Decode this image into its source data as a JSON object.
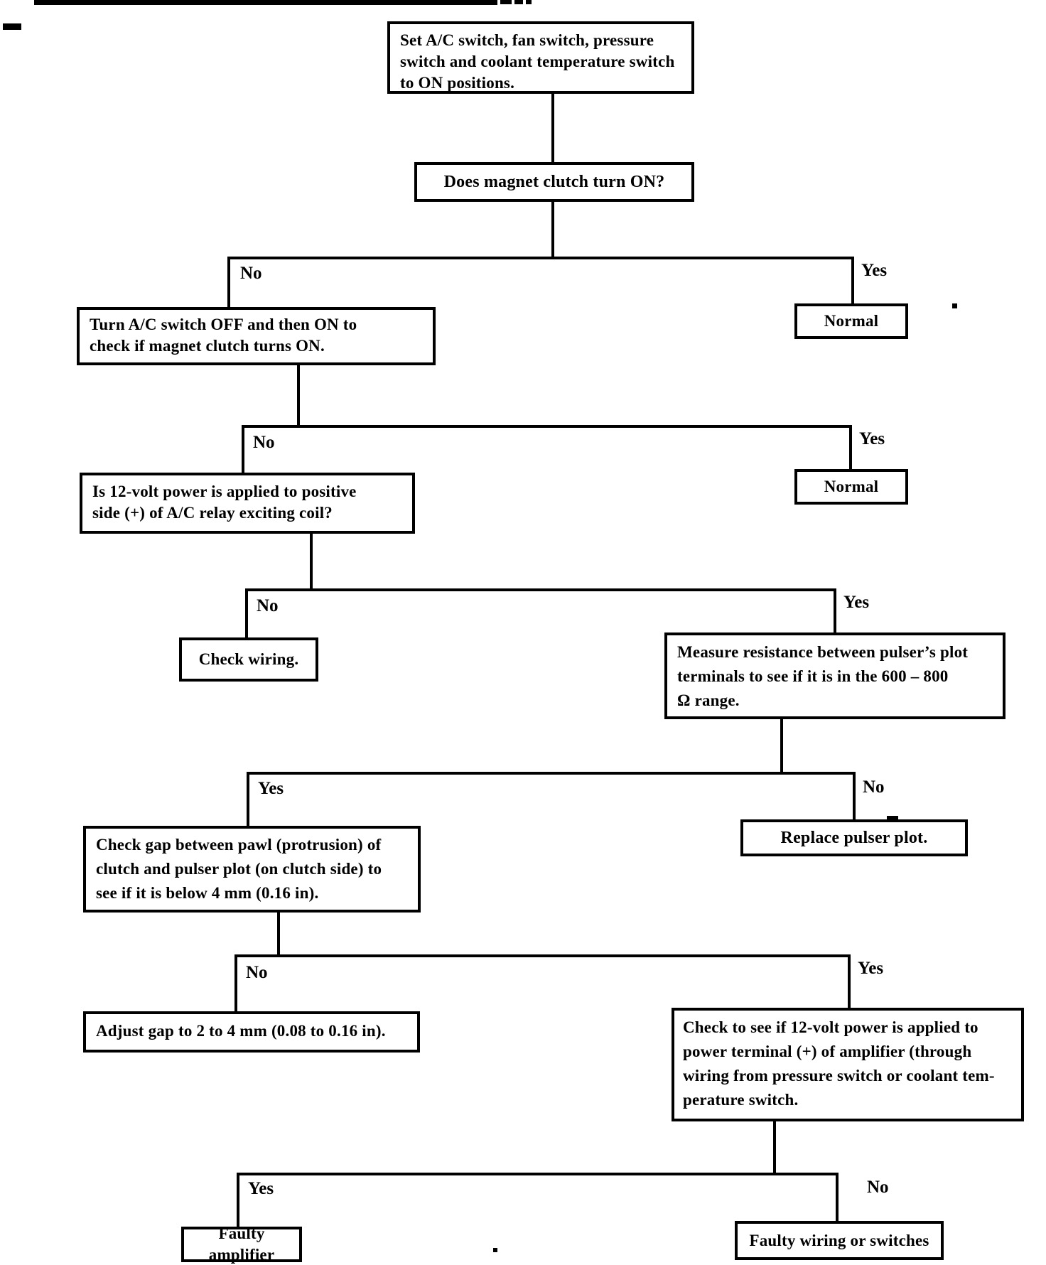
{
  "flowchart": {
    "nodes": {
      "start": {
        "text": "Set A/C switch, fan switch, pressure\nswitch and coolant temperature switch\nto ON positions."
      },
      "q_clutch": {
        "text": "Does magnet clutch turn ON?"
      },
      "cycle_switch": {
        "text": "Turn A/C switch OFF and then ON to\ncheck if magnet clutch turns ON."
      },
      "normal1": {
        "text": "Normal"
      },
      "q_relay_power": {
        "text": "Is 12-volt power is applied to positive\nside (+) of A/C relay exciting coil?"
      },
      "normal2": {
        "text": "Normal"
      },
      "check_wiring": {
        "text": "Check wiring."
      },
      "measure_resistance": {
        "text": "Measure resistance between pulser’s plot\nterminals to see if it is in the 600 – 800\nΩ range."
      },
      "check_gap": {
        "text": "Check gap between pawl (protrusion) of\nclutch and pulser plot (on clutch side) to\nsee if it is below 4 mm (0.16 in)."
      },
      "replace_pulser": {
        "text": "Replace pulser plot."
      },
      "adjust_gap": {
        "text": "Adjust gap to 2 to 4 mm (0.08 to 0.16 in)."
      },
      "q_amp_power": {
        "text": "Check to see if 12-volt power is applied to\npower terminal (+) of amplifier (through\nwiring from pressure switch or coolant tem-\nperature switch."
      },
      "faulty_amp": {
        "text": "Faulty amplifier"
      },
      "faulty_wiring": {
        "text": "Faulty wiring or switches"
      }
    },
    "labels": {
      "b1_no": "No",
      "b1_yes": "Yes",
      "b2_no": "No",
      "b2_yes": "Yes",
      "b3_no": "No",
      "b3_yes": "Yes",
      "b4_yes": "Yes",
      "b4_no": "No",
      "b5_no": "No",
      "b5_yes": "Yes",
      "b6_yes": "Yes",
      "b6_no": "No"
    },
    "ink_color": "#000000",
    "background_color": "#ffffff"
  }
}
